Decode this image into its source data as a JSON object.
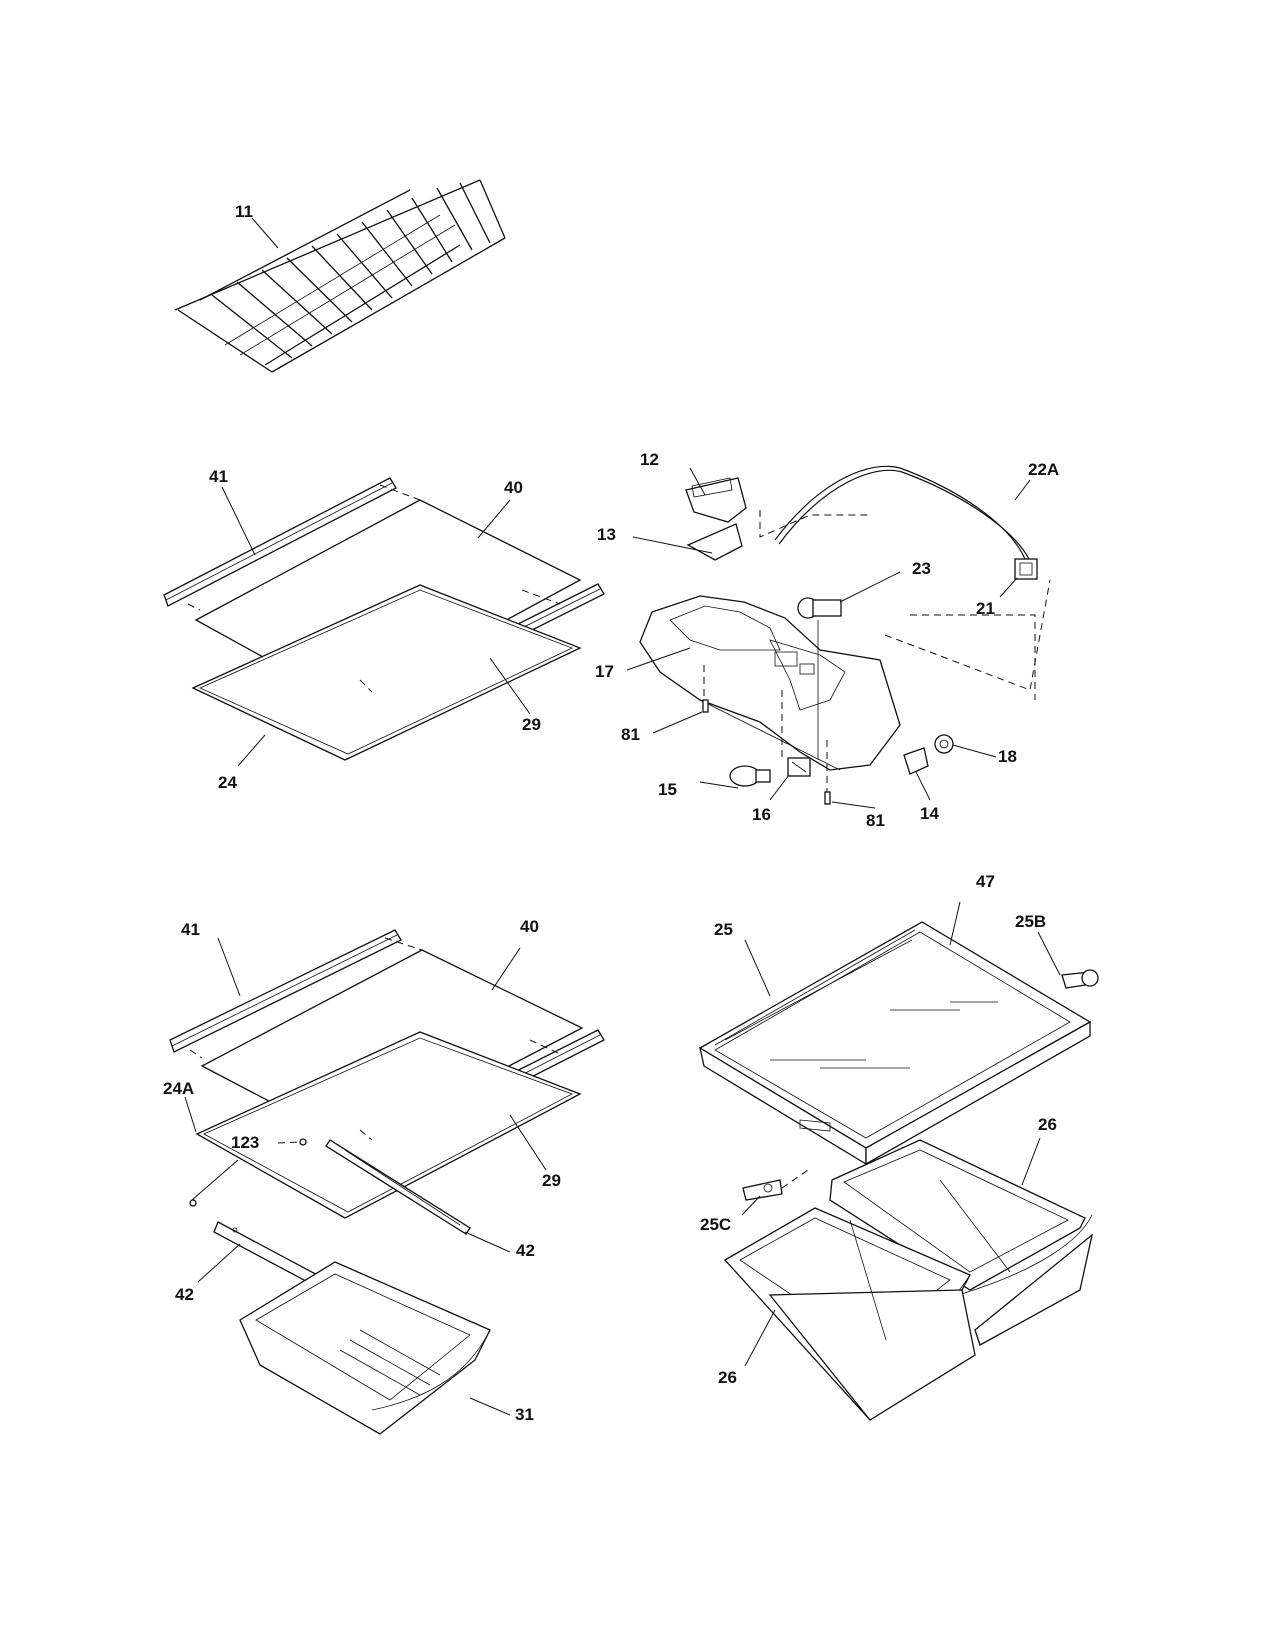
{
  "labels": {
    "wire_shelf": "11",
    "shelf_trim_front_1": "41",
    "shelf_glass_1": "40",
    "shelf_trim_rear_1": "29",
    "shelf_frame_1": "24",
    "light_cover": "12",
    "light_lens": "13",
    "control_housing": "17",
    "screw_left": "81",
    "light_bulb": "15",
    "light_socket": "16",
    "screw_right": "81",
    "light_switch": "14",
    "knob": "18",
    "thermostat": "23",
    "harness": "22A",
    "connector": "21",
    "shelf_trim_front_2": "41",
    "shelf_glass_2": "40",
    "shelf_frame_2": "24A",
    "screw_123": "123",
    "shelf_trim_rear_2": "29",
    "slide_right": "42",
    "slide_left": "42",
    "pan_drawer": "31",
    "crisper_cover": "47",
    "crisper_frame": "25",
    "cover_support": "25B",
    "humidity_control": "25C",
    "crisper_right": "26",
    "crisper_left": "26"
  }
}
